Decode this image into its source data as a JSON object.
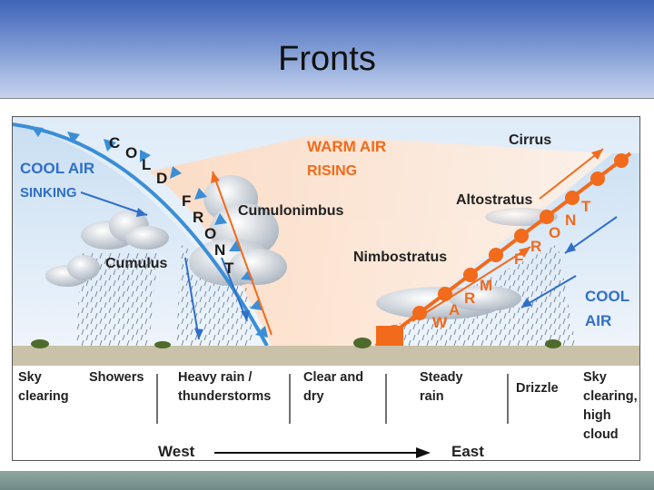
{
  "title": "Fronts",
  "diagram": {
    "cold_front_letters": [
      "C",
      "O",
      "L",
      "D",
      "F",
      "R",
      "O",
      "N",
      "T"
    ],
    "warm_front_letters": [
      "W",
      "A",
      "R",
      "M",
      "F",
      "R",
      "O",
      "N",
      "T"
    ],
    "labels": {
      "cool_air_left_1": "COOL AIR",
      "cool_air_left_2": "SINKING",
      "warm_air_1": "WARM AIR",
      "warm_air_2": "RISING",
      "cumulonimbus": "Cumulonimbus",
      "cumulus": "Cumulus",
      "cirrus": "Cirrus",
      "altostratus": "Altostratus",
      "nimbostratus": "Nimbostratus",
      "cool_air_right_1": "COOL",
      "cool_air_right_2": "AIR"
    },
    "colors": {
      "cool_air": "#2f6fc9",
      "warm_air": "#f26a1b",
      "cold_front": "#3b8ed6",
      "ground": "#c9c2a8"
    }
  },
  "weather_bar": {
    "items": [
      "Sky\nclearing",
      "Showers",
      "Heavy rain /\nthunderstorms",
      "Clear and\ndry",
      "Steady\nrain",
      "Drizzle",
      "Sky\nclearing,\nhigh\ncloud"
    ],
    "west": "West",
    "east": "East"
  }
}
